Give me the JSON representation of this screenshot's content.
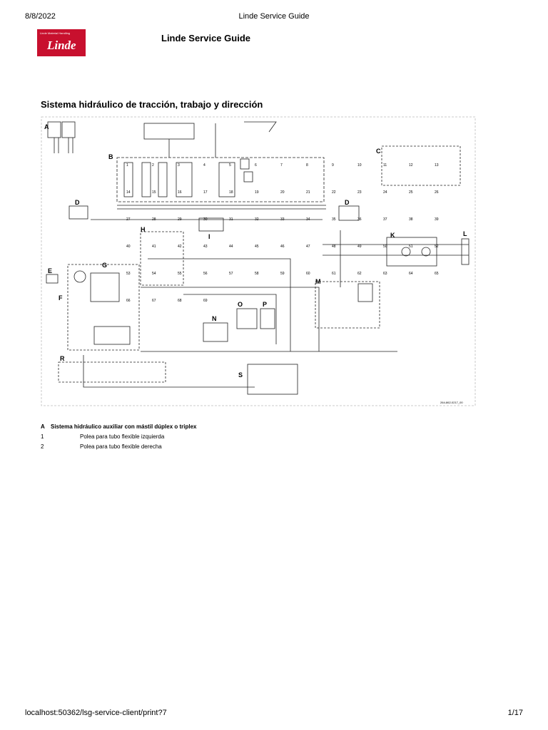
{
  "browser_header": {
    "date": "8/8/2022",
    "title": "Linde Service Guide"
  },
  "logo": {
    "tagline": "Linde Material Handling",
    "name": "Linde"
  },
  "page_title": "Linde Service Guide",
  "section_title": "Sistema hidráulico de tracción, trabajo y dirección",
  "diagram": {
    "reference": "264-862-0217_00",
    "section_letters": [
      "A",
      "B",
      "C",
      "D",
      "D",
      "E",
      "F",
      "G",
      "H",
      "I",
      "K",
      "L",
      "M",
      "N",
      "O",
      "P",
      "R",
      "S"
    ],
    "callouts": [
      "1",
      "2",
      "3",
      "4",
      "5",
      "6",
      "7",
      "8",
      "9",
      "10",
      "11",
      "12",
      "13",
      "14",
      "15",
      "16",
      "17",
      "18",
      "19",
      "20",
      "21",
      "22",
      "23",
      "24",
      "25",
      "26",
      "27",
      "28",
      "29",
      "30",
      "31",
      "32",
      "33",
      "34",
      "35",
      "36",
      "37",
      "38",
      "39",
      "40",
      "41",
      "42",
      "43",
      "44",
      "45",
      "46",
      "47",
      "48",
      "49",
      "50",
      "51",
      "52",
      "53",
      "54",
      "55",
      "56",
      "57",
      "58",
      "59",
      "60",
      "61",
      "62",
      "63",
      "64",
      "65",
      "66",
      "67",
      "68",
      "69"
    ]
  },
  "legend": [
    {
      "key": "A",
      "desc": "Sistema hidráulico auxiliar con mástil dúplex o triplex",
      "is_header": true
    },
    {
      "key": "1",
      "desc": "Polea para tubo flexible izquierda"
    },
    {
      "key": "2",
      "desc": "Polea para tubo flexible derecha"
    }
  ],
  "browser_footer": {
    "url": "localhost:50362/lsg-service-client/print?7",
    "page": "1/17"
  }
}
